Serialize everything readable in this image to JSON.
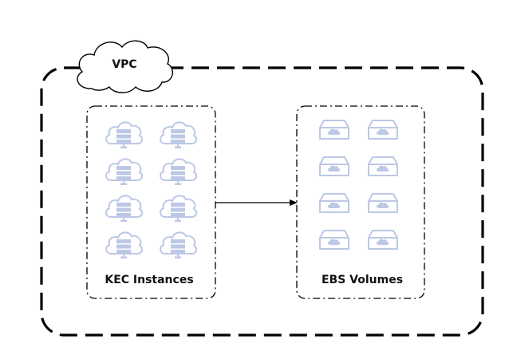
{
  "vpc": {
    "label": "VPC"
  },
  "kec_group": {
    "label": "KEC Instances",
    "icon_count": 8,
    "icon": "cloud-server-icon"
  },
  "ebs_group": {
    "label": "EBS Volumes",
    "icon_count": 8,
    "icon": "cloud-disk-icon"
  },
  "connector": {
    "icon": "arrow-right-icon"
  },
  "colors": {
    "line": "#000000",
    "icon": "#bcc8e6",
    "background": "#ffffff"
  }
}
